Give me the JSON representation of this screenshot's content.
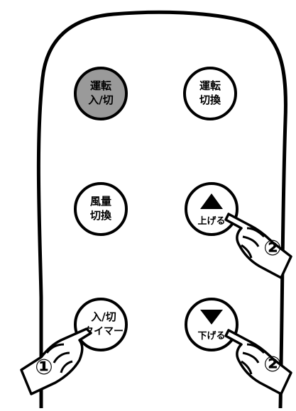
{
  "buttons": [
    {
      "id": "power",
      "line1": "運転",
      "line2": "入/切",
      "highlighted": true
    },
    {
      "id": "mode",
      "line1": "運転",
      "line2": "切換",
      "highlighted": false
    },
    {
      "id": "airflow",
      "line1": "風量",
      "line2": "切換",
      "highlighted": false
    },
    {
      "id": "up",
      "symbol": "▲",
      "line2": "上げる",
      "highlighted": false
    },
    {
      "id": "timer",
      "line1": "入/切",
      "line2": "タイマー",
      "highlighted": false
    },
    {
      "id": "down",
      "symbol": "▼",
      "line2": "下げる",
      "highlighted": false
    }
  ],
  "step_markers": {
    "one": "①",
    "two_upper": "②",
    "two_lower": "②"
  },
  "colors": {
    "outline": "#000000",
    "highlight_fill": "#9a9a9a",
    "background": "#ffffff"
  },
  "icons": [
    "pointing-hand-icon"
  ]
}
